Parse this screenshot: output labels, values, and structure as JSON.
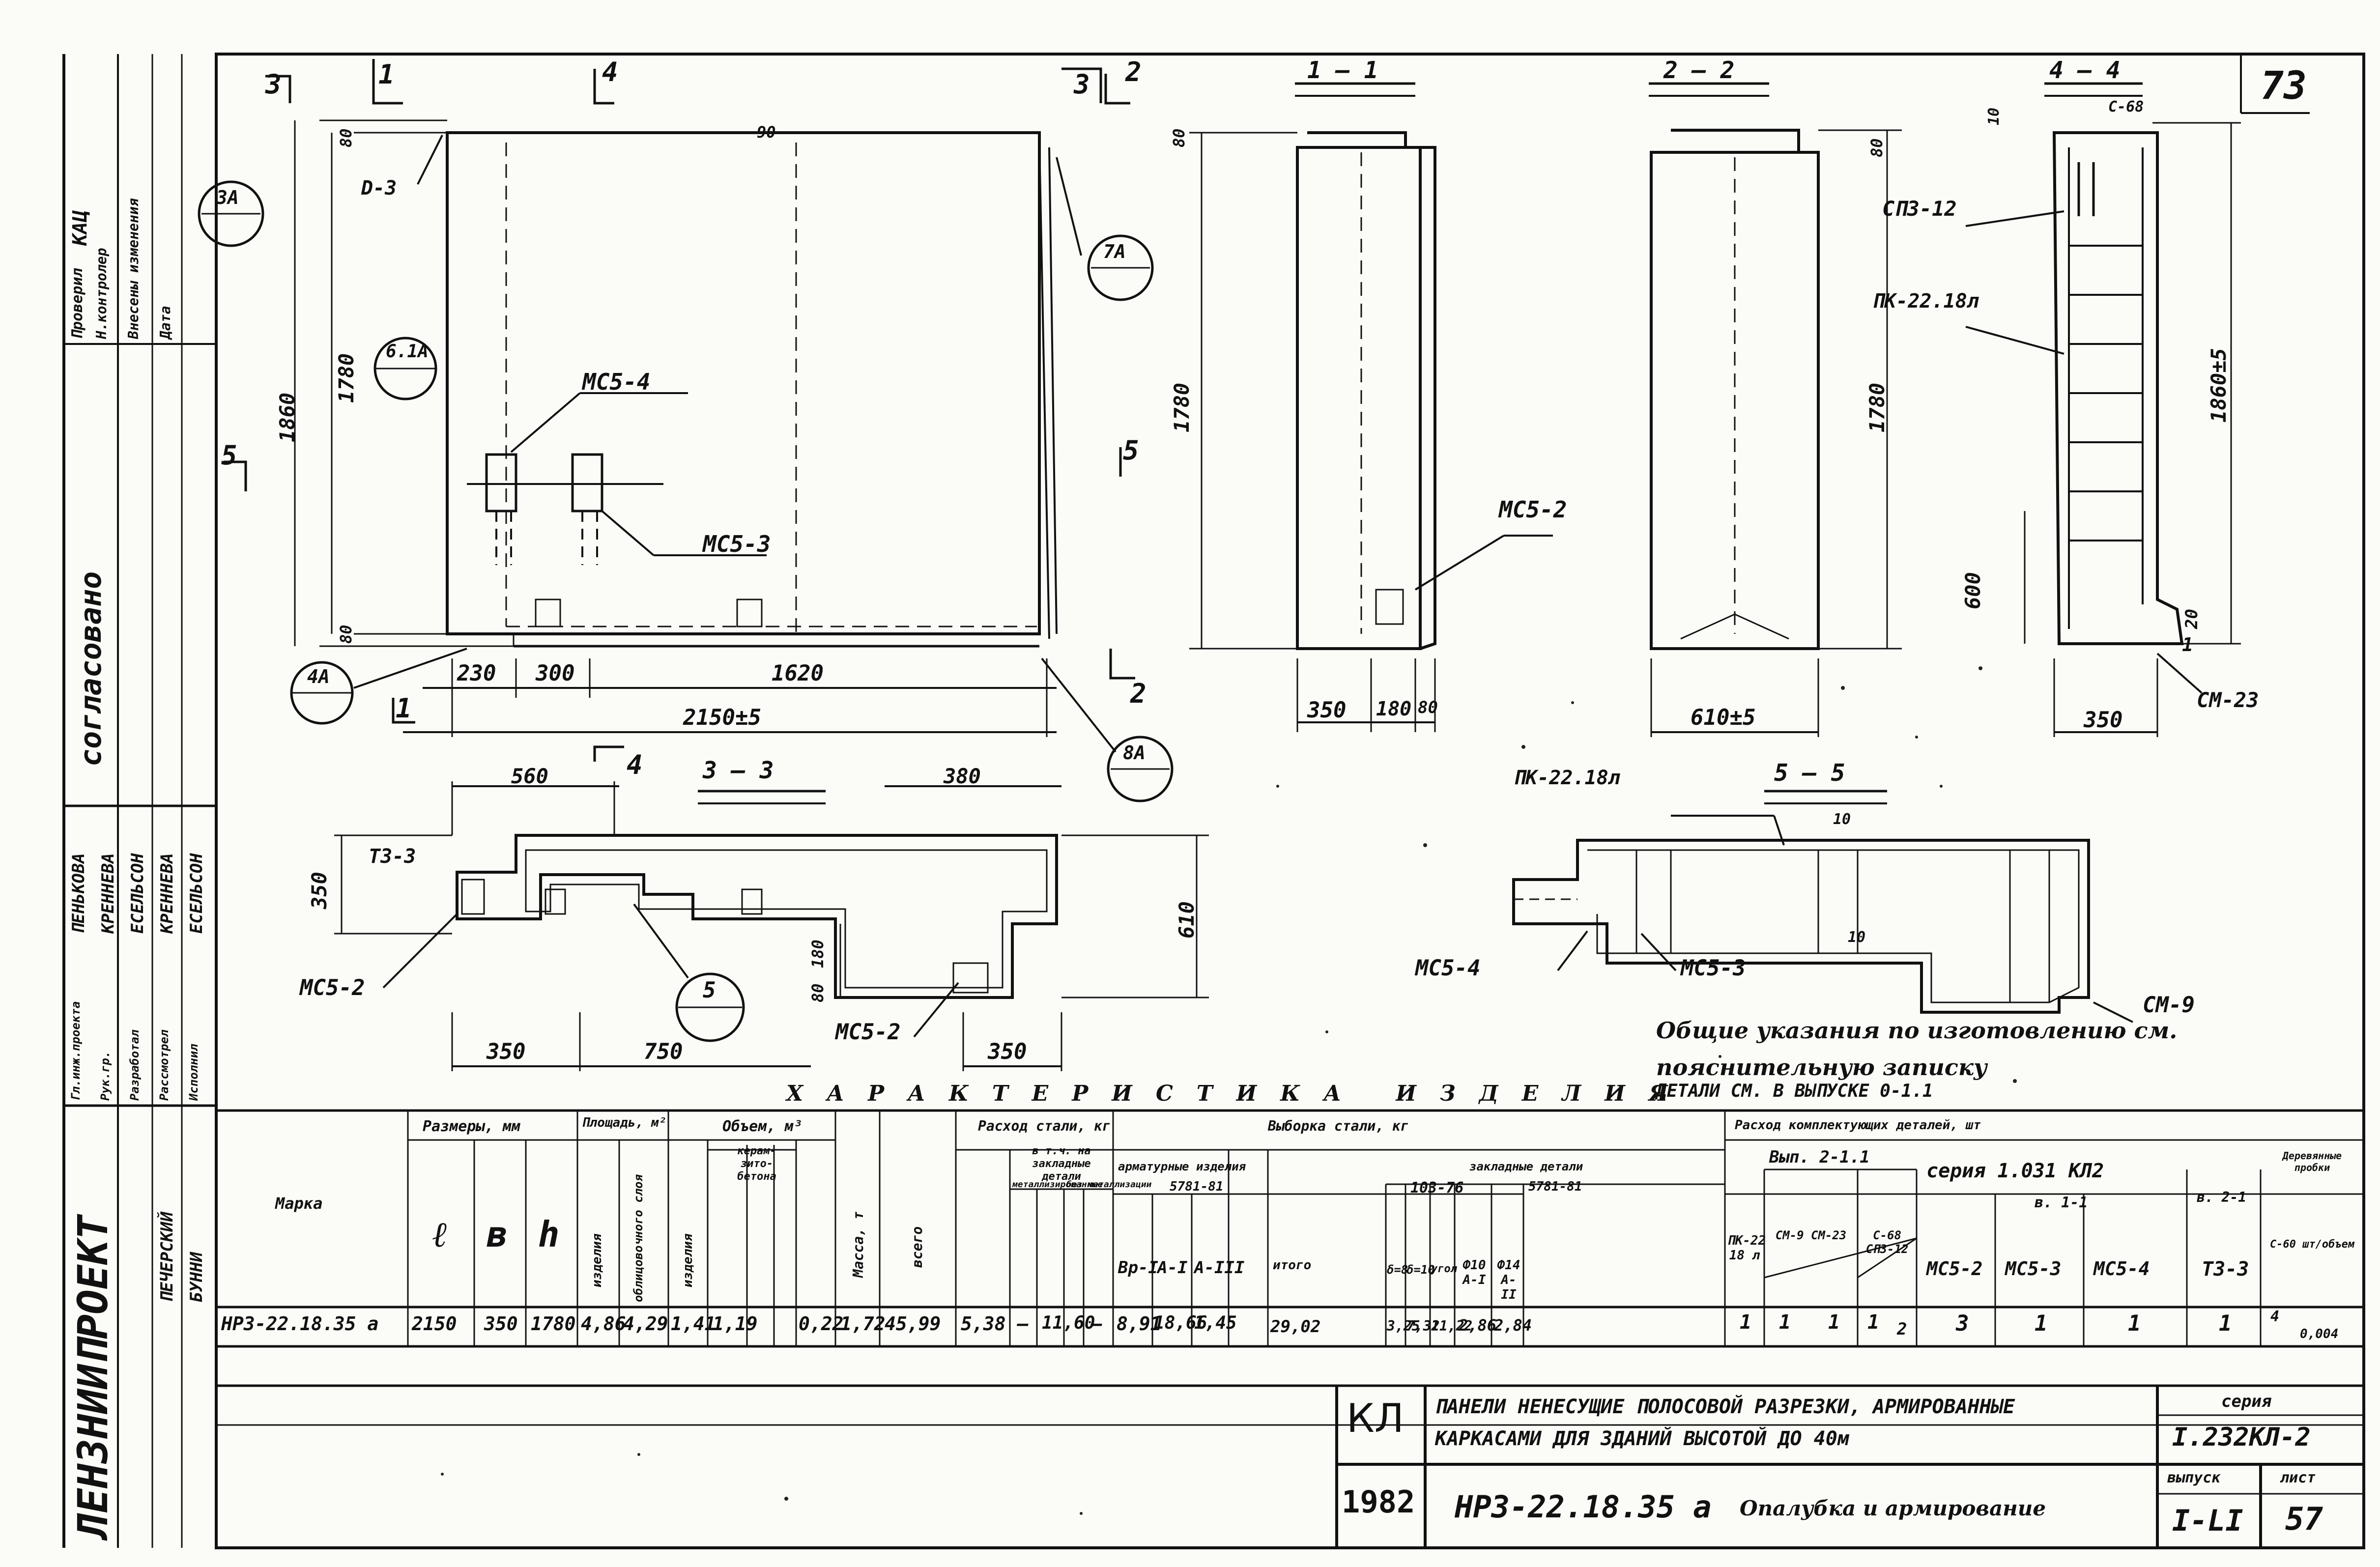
{
  "sheet": {
    "page_corner": "73",
    "org": "ЛЕНЗНИИПРОЕКТ",
    "agreed": "согласовано",
    "left_margin_labels": [
      "Проверил",
      "Н.контролер",
      "Внесены изменения",
      "Дата",
      "КАЦ"
    ]
  },
  "signatures": {
    "rows": [
      {
        "role": "Гл.инж.проекта",
        "name": "ПЕНЬКОВА"
      },
      {
        "role": "Рук.гр.",
        "name": "КРЕННЕВА"
      },
      {
        "role": "Разработал",
        "name": "ЕСЕЛЬСОН"
      },
      {
        "role": "Рассмотрел",
        "name": "КРЕННЕВА"
      },
      {
        "role": "Исполнил",
        "name": "ЕСЕЛЬСОН"
      }
    ],
    "lower": [
      "ПЕЧЕРСКИЙ",
      "БУННИ"
    ]
  },
  "views": {
    "front": {
      "sections": [
        "3",
        "1",
        "4",
        "3",
        "2",
        "5",
        "5",
        "1",
        "2",
        "4"
      ],
      "callouts": [
        "3А",
        "6.1А",
        "7А",
        "4А",
        "8А"
      ],
      "labels": [
        "D-3",
        "МС5-4",
        "МС5-3",
        "90"
      ],
      "dims_vertical": [
        "1860",
        "1780",
        "80",
        "80"
      ],
      "dims_horizontal": [
        "230",
        "300",
        "1620",
        "2150±5"
      ]
    },
    "section_1_1": {
      "title": "1 — 1",
      "dims": [
        "1780",
        "80",
        "350",
        "180",
        "80"
      ],
      "labels": [
        "МС5-2"
      ]
    },
    "section_2_2": {
      "title": "2 — 2",
      "dims": [
        "1780",
        "80",
        "610±5"
      ]
    },
    "section_4_4": {
      "title": "4 — 4",
      "dims": [
        "1860±5",
        "600",
        "20",
        "350",
        "1",
        "10",
        "С-68"
      ],
      "labels": [
        "СП3-12",
        "ПК-22.18л",
        "СМ-23"
      ]
    },
    "section_3_3": {
      "title": "3 — 3",
      "dims": [
        "560",
        "380",
        "350",
        "610",
        "80",
        "180",
        "350",
        "750",
        "350"
      ],
      "labels": [
        "Т3-3",
        "МС5-2",
        "МС5-2",
        "5"
      ],
      "callout": "5"
    },
    "section_5_5": {
      "title": "5 — 5",
      "labels": [
        "ПК-22.18л",
        "МС5-4",
        "МС5-3",
        "СМ-9",
        "10",
        "10"
      ]
    }
  },
  "notes": [
    "Общие указания по изготовлению см.",
    "пояснительную записку",
    "ДЕТАЛИ СМ. В ВЫПУСКЕ 0-1.1"
  ],
  "table": {
    "title": "ХАРАКТЕРИСТИКА  ИЗДЕЛИЯ",
    "headers": {
      "mark": "Марка",
      "sizes": "Размеры, мм",
      "l": "ℓ",
      "b": "в",
      "h": "h",
      "area": "Площадь, м²",
      "area_product": "изделия",
      "area_facing": "облицовочного слоя",
      "volume": "Объем, м³",
      "vol_product": "изделия",
      "keram": "керам- зито- бетона",
      "mass": "Масса, т",
      "steel": "Расход стали, кг",
      "total": "всего",
      "incl": "в т.ч. на закладные детали",
      "metal": "металлизированные",
      "nometal": "без металлизации",
      "select": "Выборка стали, кг",
      "armature": "арматурные изделия",
      "embedded": "закладные детали",
      "gost1": "5781-81",
      "gost2": "103-76",
      "gost3": "5781-81",
      "kit": "Расход комплектующих деталей, шт",
      "vyp": "Вып. 2-1.1",
      "series": "серия 1.031 КЛ2",
      "vyp2": "в. 1-1",
      "vyp3": "в. 2-1",
      "wood": "Деревянные пробки",
      "sub_cols": [
        "Вр-I",
        "А-I",
        "А-III",
        "итого",
        "δ=8",
        "δ=10",
        "угол",
        "Ф10 А-I",
        "Ф14 А-II",
        "ПК-22 18 л",
        "СМ-9 СМ-23",
        "С-68 СП3-12",
        "МС5-2",
        "МС5-3",
        "МС5-4",
        "Т3-3",
        "С-60 шт/объем"
      ]
    },
    "row": {
      "mark": "НР3-22.18.35 а",
      "l": "2150",
      "b": "350",
      "h": "1780",
      "area_product": "4,86",
      "area_facing": "4,29",
      "vol_product": "1,41",
      "keram": "1,19",
      "vol_m100": "0,22",
      "mass": "1,72",
      "steel_total": "45,99",
      "steel_metal": "5,38",
      "steel_metal2": "—",
      "steel_nometal": "11,60",
      "steel_nometal2": "—",
      "vr1": "8,91",
      "a1": "18,66",
      "a3": "1,45",
      "total": "29,02",
      "d8": "3,25",
      "d10": "7,32",
      "corner": "11,22",
      "f10": "2,86",
      "f14": "2,84",
      "pk": "1",
      "sm9": "1",
      "sm23": "1",
      "s68": "1",
      "sp3": "2",
      "ms52": "3",
      "ms53": "1",
      "ms54": "1",
      "t33": "1",
      "s60": "4",
      "s60vol": "0,004"
    }
  },
  "title_block": {
    "code": "КЛ",
    "year": "1982",
    "title_line1": "ПАНЕЛИ НЕНЕСУЩИЕ ПОЛОСОВОЙ РАЗРЕЗКИ, АРМИРОВАННЫЕ",
    "title_line2": "КАРКАСАМИ ДЛЯ ЗДАНИЙ ВЫСОТОЙ ДО 40м",
    "product": "НР3-22.18.35 а",
    "subtitle": "Опалубка и армирование",
    "series_label": "серия",
    "series": "I.232КЛ-2",
    "issue_label": "выпуск",
    "issue": "I-LI",
    "sheet_label": "лист",
    "sheet": "57"
  }
}
